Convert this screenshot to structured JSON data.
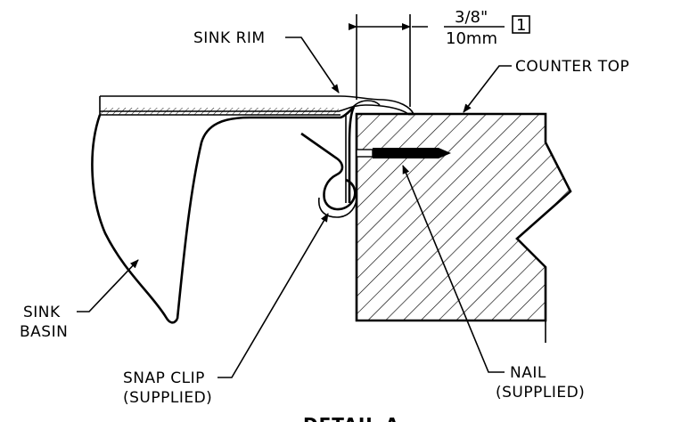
{
  "labels": {
    "sink_rim": "SINK RIM",
    "counter_top": "COUNTER TOP",
    "sink": "SINK",
    "basin": "BASIN",
    "snap_clip": "SNAP CLIP",
    "snap_clip_note": "(SUPPLIED)",
    "nail": "NAIL",
    "nail_note": "(SUPPLIED)"
  },
  "dimension": {
    "imperial": "3/8\"",
    "metric": "10mm",
    "note_number": "1"
  },
  "title": "DETAIL A"
}
